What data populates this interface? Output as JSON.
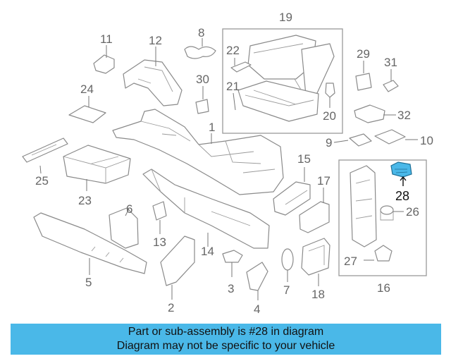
{
  "banner": {
    "line1": "Part or sub-assembly is #28 in diagram",
    "line2": "Diagram may not be specific to your vehicle"
  },
  "callouts": {
    "c1": "1",
    "c2": "2",
    "c3": "3",
    "c4": "4",
    "c5": "5",
    "c6": "6",
    "c7": "7",
    "c8": "8",
    "c9": "9",
    "c10": "10",
    "c11": "11",
    "c12": "12",
    "c13": "13",
    "c14": "14",
    "c15": "15",
    "c16": "16",
    "c17": "17",
    "c18": "18",
    "c19": "19",
    "c20": "20",
    "c21": "21",
    "c22": "22",
    "c23": "23",
    "c24": "24",
    "c25": "25",
    "c26": "26",
    "c27": "27",
    "c28": "28",
    "c29": "29",
    "c30": "30",
    "c31": "31",
    "c32": "32"
  },
  "highlight": {
    "part_number": "28",
    "color": "#4ab8e8"
  }
}
